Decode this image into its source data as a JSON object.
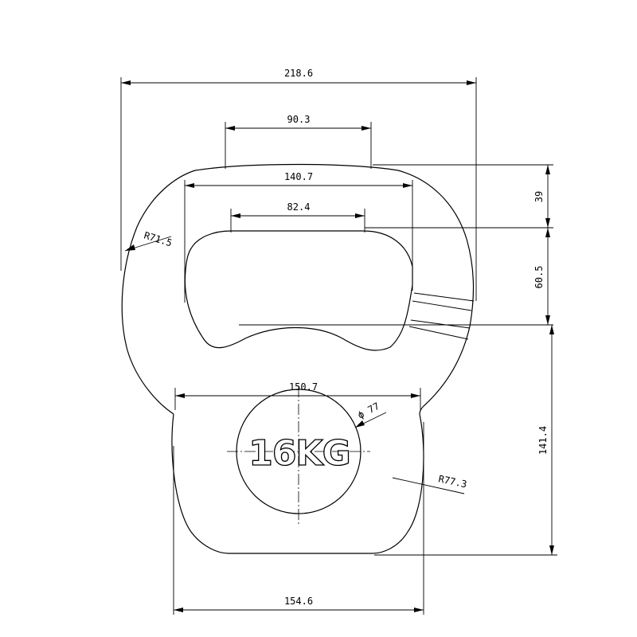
{
  "drawing": {
    "weight_label": "16KG",
    "dimensions": {
      "overall_width": "218.6",
      "handle_top_width": "90.3",
      "handle_outer_width": "140.7",
      "handle_inner_width": "82.4",
      "handle_height": "39",
      "window_height": "60.5",
      "body_height": "141.4",
      "emblem_band_width": "150.7",
      "emblem_diameter": "ϕ 77",
      "base_width": "154.6",
      "upper_radius": "R71.5",
      "lower_radius": "R77.3"
    }
  }
}
